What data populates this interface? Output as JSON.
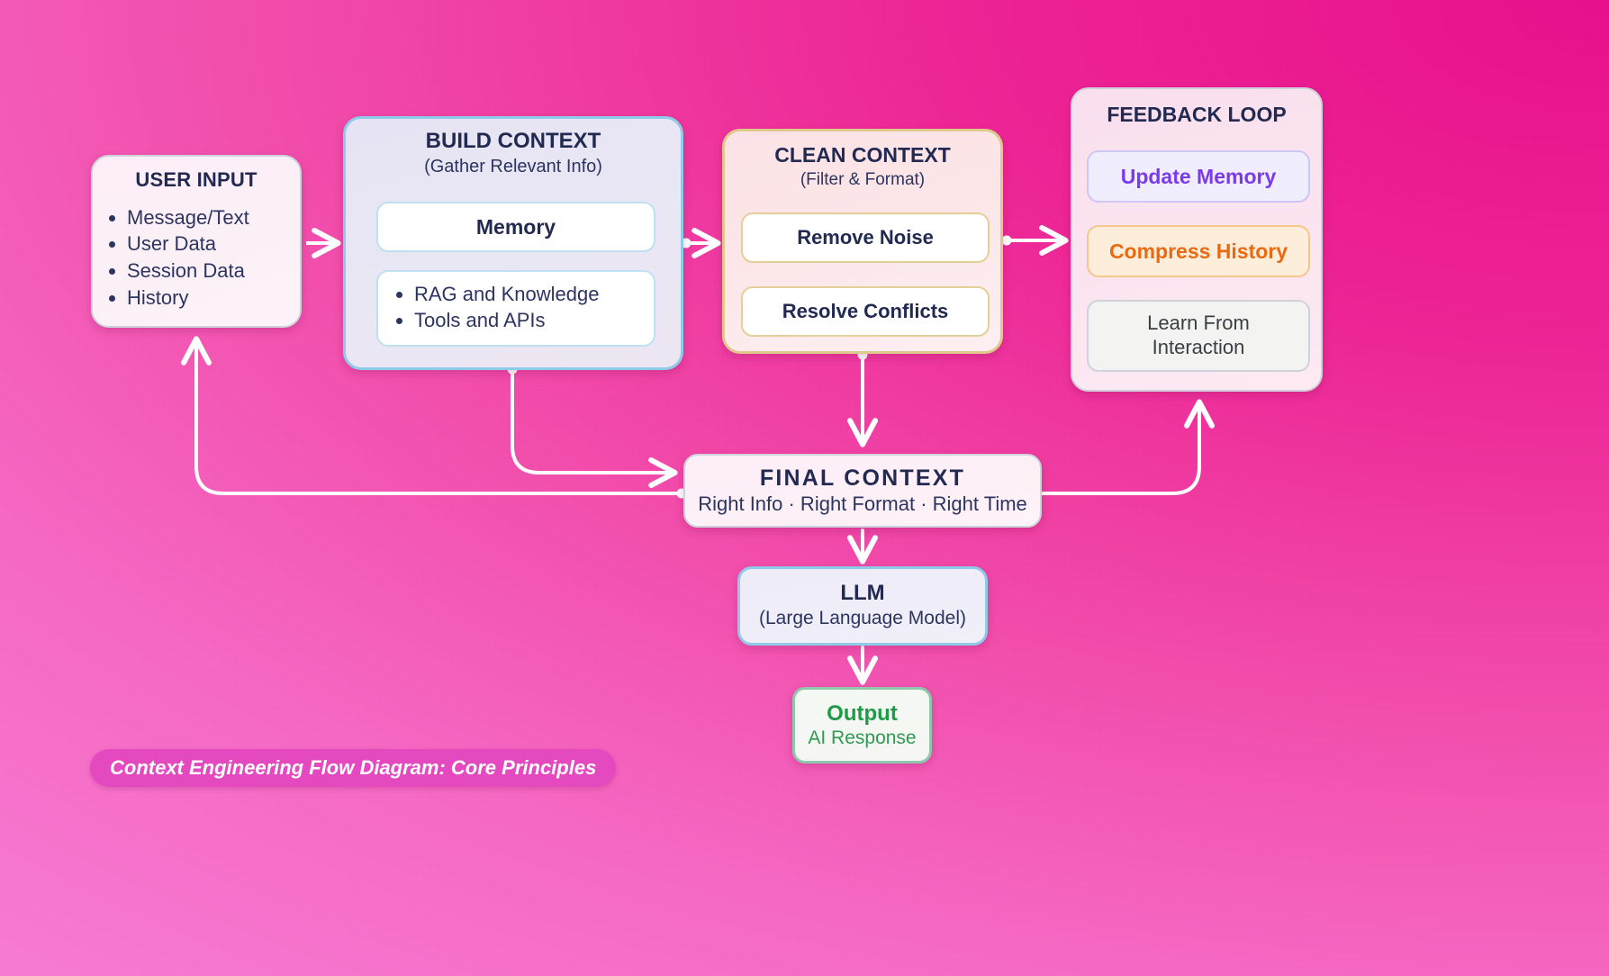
{
  "background": {
    "gradient_from": "#ea0f8e",
    "gradient_to": "#f879d4"
  },
  "user_input": {
    "title": "USER INPUT",
    "items": [
      "Message/Text",
      "User Data",
      "Session Data",
      "History"
    ]
  },
  "build_context": {
    "title": "BUILD CONTEXT",
    "subtitle": "(Gather Relevant Info)",
    "memory_label": "Memory",
    "items": [
      "RAG and Knowledge",
      "Tools and APIs"
    ],
    "border_color": "#8ecbe8"
  },
  "clean_context": {
    "title": "CLEAN CONTEXT",
    "subtitle": "(Filter & Format)",
    "remove_noise_label": "Remove Noise",
    "resolve_conflicts_label": "Resolve Conflicts",
    "border_color": "#dec88a"
  },
  "feedback_loop": {
    "title": "FEEDBACK LOOP",
    "update_memory_label": "Update Memory",
    "update_memory_color": "#7c3aed",
    "compress_history_label": "Compress History",
    "compress_history_color": "#ea6a12",
    "learn_line1": "Learn From",
    "learn_line2": "Interaction"
  },
  "final_context": {
    "title": "FINAL CONTEXT",
    "subtitle": "Right Info · Right Format · Right Time"
  },
  "llm": {
    "title": "LLM",
    "subtitle": "(Large Language Model)",
    "border_color": "#8ecbe8"
  },
  "output": {
    "title": "Output",
    "subtitle": "AI Response",
    "accent_color": "#1f9a46",
    "border_color": "#8ec7ab"
  },
  "caption": {
    "text": "Context Engineering Flow Diagram: Core Principles",
    "background_color": "#e449c0"
  }
}
